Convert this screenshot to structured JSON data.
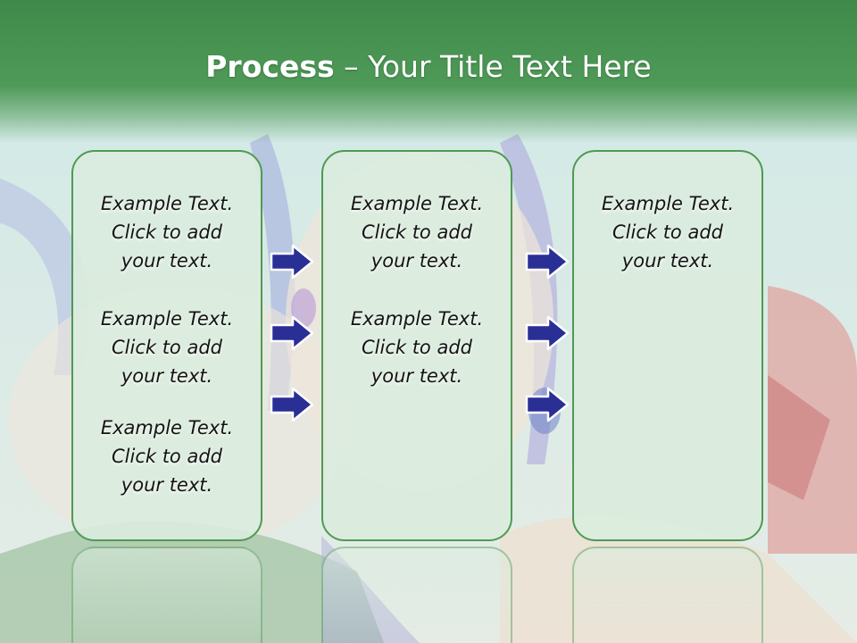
{
  "slide": {
    "title_bold": "Process",
    "title_rest": " – Your Title Text Here"
  },
  "columns": [
    {
      "paragraphs": [
        {
          "lines": [
            "Example Text.",
            "Click  to add",
            "your text."
          ]
        },
        {
          "lines": [
            "Example Text.",
            "Click  to add",
            "your text."
          ]
        },
        {
          "lines": [
            "Example Text.",
            "Click  to add",
            "your text."
          ]
        }
      ]
    },
    {
      "paragraphs": [
        {
          "lines": [
            "Example Text.",
            "Click  to add",
            "your text."
          ]
        },
        {
          "lines": [
            "Example Text.",
            "Click  to add",
            "your text."
          ]
        }
      ]
    },
    {
      "paragraphs": [
        {
          "lines": [
            "Example Text.",
            "Click  to add",
            "your text."
          ]
        }
      ]
    }
  ],
  "colors": {
    "header_green": "#3f8a4a",
    "box_border": "#4e9a52",
    "box_fill": "#daecde",
    "arrow_fill": "#2a2f96",
    "arrow_stroke": "#ffffff"
  },
  "icons": {
    "arrow": "right-arrow-icon"
  }
}
